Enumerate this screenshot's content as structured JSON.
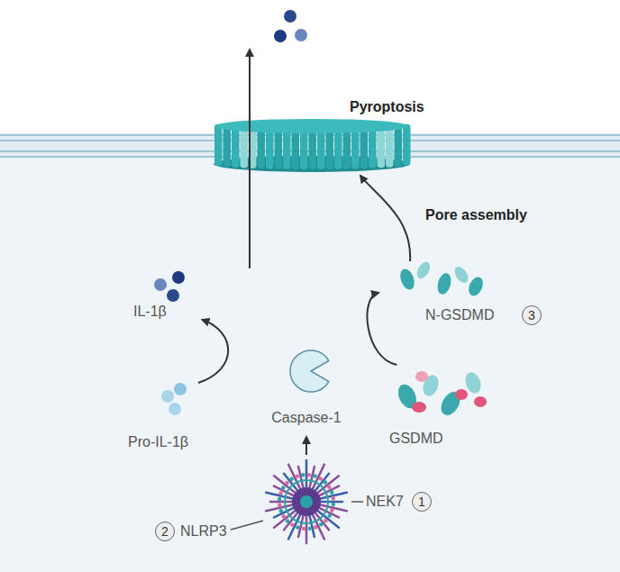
{
  "diagram": {
    "nodes": [
      {
        "text": [
          "Pyroptosis"
        ]
      },
      {
        "text": [
          "IL-1β"
        ]
      },
      {
        "text": [
          "N-GSDMD"
        ]
      },
      {
        "text": [
          "Caspase-1"
        ]
      },
      {
        "text": [
          "GSDMD"
        ]
      },
      {
        "text": [
          "Pro-IL-1β"
        ]
      },
      {
        "text": [
          "NEK7",
          "NLRP3"
        ]
      }
    ],
    "edges": [
      {
        "from": 5,
        "to": 1,
        "arrow": "to"
      },
      {
        "from": 4,
        "to": 2,
        "arrow": "to"
      },
      {
        "from": 6,
        "to": 3,
        "arrow": "to"
      },
      {
        "from": 1,
        "to": 0,
        "arrow": "to"
      },
      {
        "from": 2,
        "to": 0,
        "label": "Pore assembly",
        "arrow": "to"
      }
    ],
    "labels": [
      "3",
      "1",
      "2"
    ]
  }
}
